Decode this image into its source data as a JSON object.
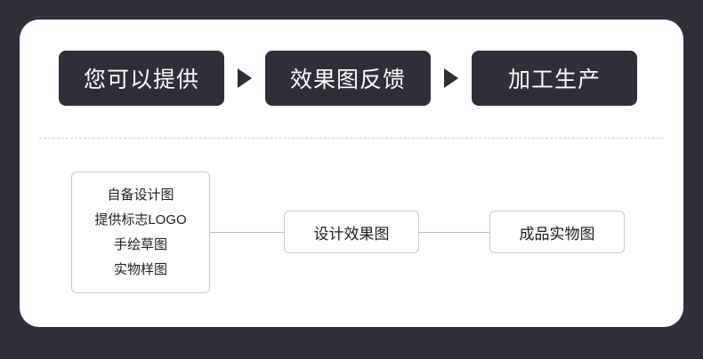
{
  "diagram": {
    "steps": [
      {
        "label": "您可以提供"
      },
      {
        "label": "效果图反馈"
      },
      {
        "label": "加工生产"
      }
    ],
    "arrow_icon": "triangle-right-icon",
    "provide_list": [
      "自备设计图",
      "提供标志LOGO",
      "手绘草图",
      "实物样图"
    ],
    "nodes": [
      {
        "label": "设计效果图"
      },
      {
        "label": "成品实物图"
      }
    ],
    "colors": {
      "step_bg": "#2f2f3a",
      "step_text": "#ffffff",
      "canvas_bg": "#ffffff",
      "page_bg": "#30303a",
      "border": "#c9c9cf"
    }
  }
}
